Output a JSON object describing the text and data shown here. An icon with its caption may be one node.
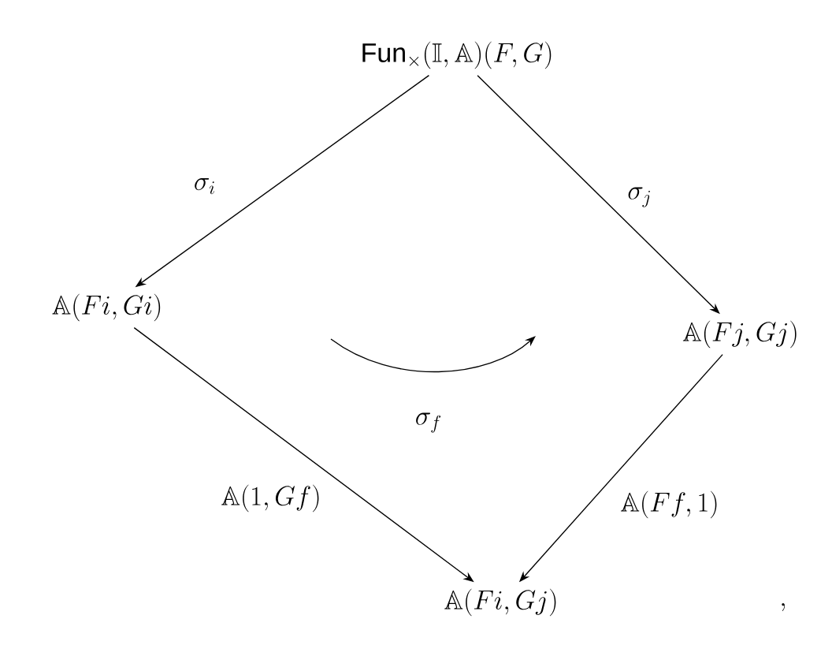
{
  "diagram": {
    "nodes": [
      {
        "text": [
          "\\mathrm{Fun}_\\times(\\mathbb{I},\\mathbb{A})(F,G)"
        ]
      },
      {
        "text": [
          "\\mathbb{A}(Fi,Gi)"
        ]
      },
      {
        "text": [
          "\\mathbb{A}(Fj,Gj)"
        ]
      },
      {
        "text": [
          "\\mathbb{A}(Fi,Gj)"
        ]
      }
    ],
    "edges": [
      {
        "from": 0,
        "to": 1,
        "arrow": "to",
        "label": "\\sigma_i"
      },
      {
        "from": 0,
        "to": 2,
        "arrow": "to",
        "label": "\\sigma_j"
      },
      {
        "from": 1,
        "to": 3,
        "arrow": "to",
        "label": "\\mathbb{A}(1,Gf)"
      },
      {
        "from": 2,
        "to": 3,
        "arrow": "to",
        "label": "\\mathbb{A}(Ff,1)"
      }
    ],
    "labels": [
      "\\sigma_f",
      ","
    ]
  }
}
